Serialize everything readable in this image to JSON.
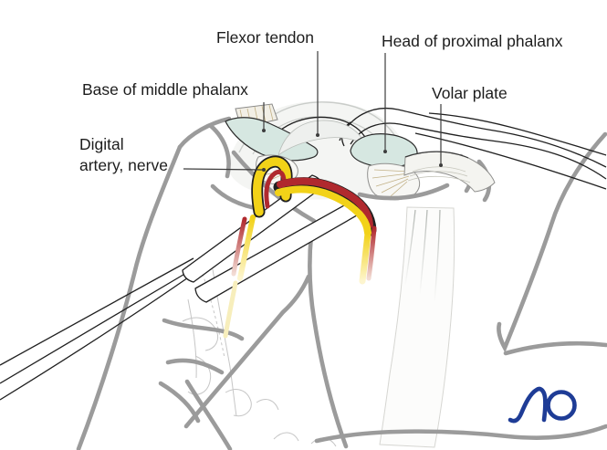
{
  "illustration": {
    "description_labels": {
      "flexor_tendon": "Flexor tendon",
      "head_of_proximal_phalanx": "Head of proximal phalanx",
      "base_of_middle_phalanx": "Base of middle phalanx",
      "volar_plate": "Volar plate",
      "digital_artery_nerve": {
        "line1": "Digital",
        "line2": "artery, nerve"
      }
    },
    "logo": {
      "text": "AO",
      "color": "#1e3c96"
    },
    "colors": {
      "background": "#ffffff",
      "label_text": "#1d1d1d",
      "leader_line": "#3c3c3c",
      "skin_outline": "#9b9b9b",
      "bone_sketch": "#c6c6c6",
      "instrument_outline": "#1f1f1f",
      "tendon_curve": "#1f1f1f",
      "cartilage": "#d6e7e1",
      "cartilage_outline": "#2b2b2b",
      "nerve_yellow": "#f2d218",
      "artery_red": "#b0292e",
      "ligament_fiber": "#c2b186",
      "soft_tissue_fill": "#f4f5f3",
      "soft_tissue_line": "#c9ccc9",
      "ao_logo_blue": "#1e3c96"
    }
  }
}
